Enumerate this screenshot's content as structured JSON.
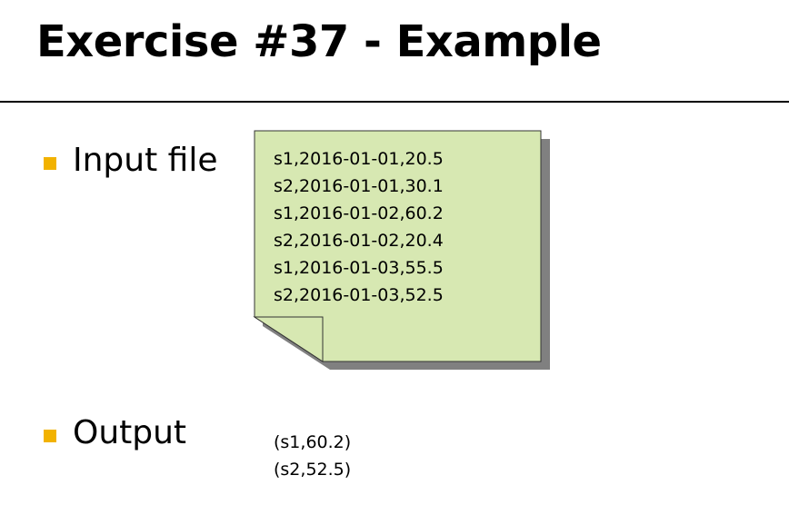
{
  "slide": {
    "title": "Exercise #37 - Example",
    "accent_color": "#f2b200",
    "note_color": "#d7e8b2"
  },
  "input": {
    "label": "Input file",
    "lines": [
      "s1,2016-01-01,20.5",
      "s2,2016-01-01,30.1",
      "s1,2016-01-02,60.2",
      "s2,2016-01-02,20.4",
      "s1,2016-01-03,55.5",
      "s2,2016-01-03,52.5"
    ]
  },
  "output": {
    "label": "Output",
    "lines": [
      "(s1,60.2)",
      "(s2,52.5)"
    ]
  }
}
